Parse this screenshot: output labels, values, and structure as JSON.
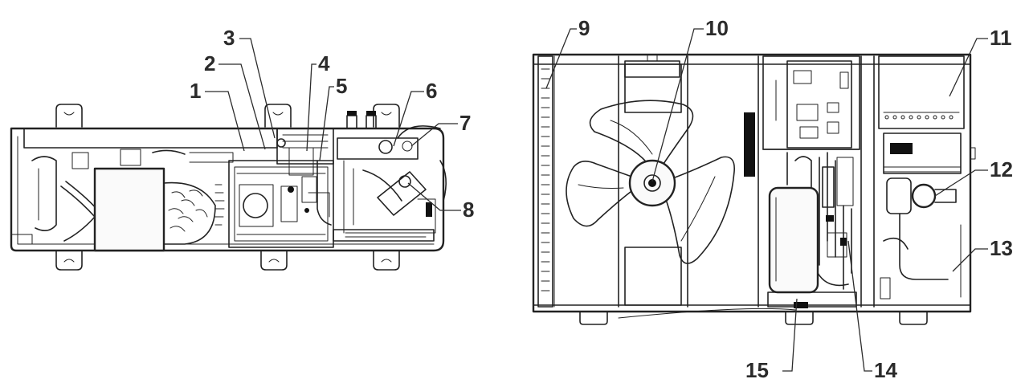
{
  "figure": {
    "left_view": "top view of unit with components",
    "right_view": "front view of unit with fan and components"
  },
  "callouts": [
    {
      "id": "1",
      "label": "1"
    },
    {
      "id": "2",
      "label": "2"
    },
    {
      "id": "3",
      "label": "3"
    },
    {
      "id": "4",
      "label": "4"
    },
    {
      "id": "5",
      "label": "5"
    },
    {
      "id": "6",
      "label": "6"
    },
    {
      "id": "7",
      "label": "7"
    },
    {
      "id": "8",
      "label": "8"
    },
    {
      "id": "9",
      "label": "9"
    },
    {
      "id": "10",
      "label": "10"
    },
    {
      "id": "11",
      "label": "11"
    },
    {
      "id": "12",
      "label": "12"
    },
    {
      "id": "13",
      "label": "13"
    },
    {
      "id": "14",
      "label": "14"
    },
    {
      "id": "15",
      "label": "15"
    }
  ],
  "colors": {
    "line": "#222222",
    "text": "#2b2b2b",
    "background": "#ffffff"
  }
}
